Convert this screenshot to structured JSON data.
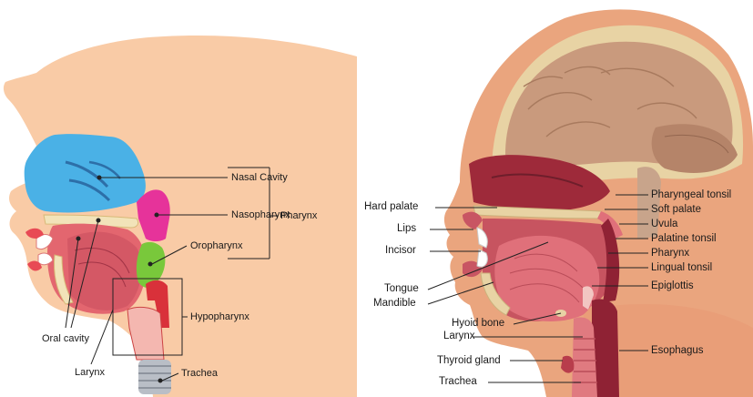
{
  "left_panel": {
    "labels": {
      "nasal_cavity": "Nasal Cavity",
      "nasopharynx": "Nasopharynx",
      "pharynx": "Pharynx",
      "oropharynx": "Oropharynx",
      "hypopharynx": "Hypopharynx",
      "oral_cavity": "Oral cavity",
      "larynx": "Larynx",
      "trachea": "Trachea"
    },
    "colors": {
      "skin": "#f9cba6",
      "nasal_cavity": "#4ab1e6",
      "nasopharynx": "#e6339a",
      "oropharynx": "#79c83b",
      "hypopharynx": "#d9313a",
      "mouth": "#e3666f",
      "bone": "#f2e3b9"
    }
  },
  "right_panel": {
    "left_labels": {
      "hard_palate": "Hard palate",
      "lips": "Lips",
      "incisor": "Incisor",
      "tongue": "Tongue",
      "mandible": "Mandible",
      "hyoid_bone": "Hyoid bone",
      "larynx": "Larynx",
      "thyroid_gland": "Thyroid gland",
      "trachea": "Trachea"
    },
    "right_labels": {
      "pharyngeal_tonsil": "Pharyngeal tonsil",
      "soft_palate": "Soft palate",
      "uvula": "Uvula",
      "palatine_tonsil": "Palatine tonsil",
      "pharynx": "Pharynx",
      "lingual_tonsil": "Lingual tonsil",
      "epiglottis": "Epiglottis",
      "esophagus": "Esophagus"
    },
    "colors": {
      "skin": "#eaa57e",
      "brain": "#c99a7d",
      "skull": "#e8d3a4",
      "muscle": "#9e2a3a",
      "tongue": "#e0707a"
    }
  }
}
